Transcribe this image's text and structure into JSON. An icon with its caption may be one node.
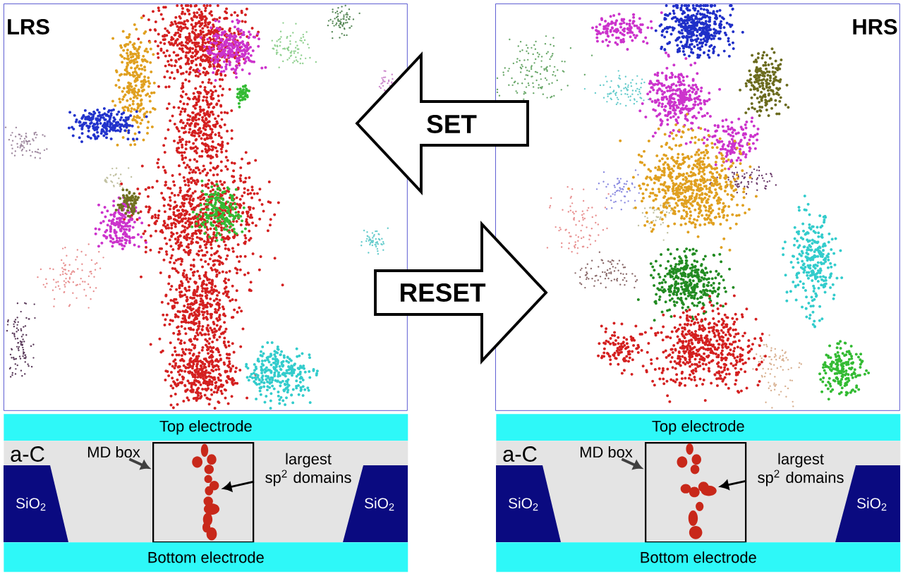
{
  "diagram": {
    "nodes": [
      {
        "text": [
          "LRS"
        ]
      },
      {
        "text": [
          "HRS"
        ]
      },
      {
        "text": [
          "Top electrode"
        ]
      },
      {
        "text": [
          "a-C"
        ]
      },
      {
        "text": [
          "SiO$_{2}$"
        ],
        "in": 3
      },
      {
        "text": [
          "SiO$_{2}$"
        ],
        "in": 3
      },
      {
        "text": [],
        "shape": "box",
        "in": 3
      },
      {
        "text": [
          "MD box"
        ],
        "in": 3
      },
      {
        "text": [
          "largest sp$^{2}$ domains"
        ],
        "in": 3
      },
      {
        "text": [],
        "shape": "picture",
        "in": 6
      },
      {
        "text": [
          "Bottom electrode"
        ]
      },
      {
        "text": [
          "Top electrode"
        ]
      },
      {
        "text": [
          "a-C"
        ]
      },
      {
        "text": [
          "SiO$_{2}$"
        ],
        "in": 12
      },
      {
        "text": [
          "SiO$_{2}$"
        ],
        "in": 12
      },
      {
        "text": [],
        "shape": "box",
        "in": 12
      },
      {
        "text": [
          "MD box"
        ],
        "in": 12
      },
      {
        "text": [
          "largest sp$^{2}$ domains"
        ],
        "in": 12
      },
      {
        "text": [],
        "shape": "picture",
        "in": 15
      },
      {
        "text": [
          "Bottom electrode"
        ]
      }
    ],
    "edges": [
      {
        "from": 1,
        "to": 0,
        "arrow": "to",
        "label": "SET"
      },
      {
        "from": 0,
        "to": 1,
        "arrow": "to",
        "label": "RESET"
      },
      {
        "from": 7,
        "to": 6,
        "arrow": "to",
        "color": "#404040"
      },
      {
        "from": 8,
        "to": 9,
        "arrow": "to"
      },
      {
        "from": 16,
        "to": 15,
        "arrow": "to",
        "color": "#404040"
      },
      {
        "from": 17,
        "to": 18,
        "arrow": "to"
      }
    ]
  }
}
